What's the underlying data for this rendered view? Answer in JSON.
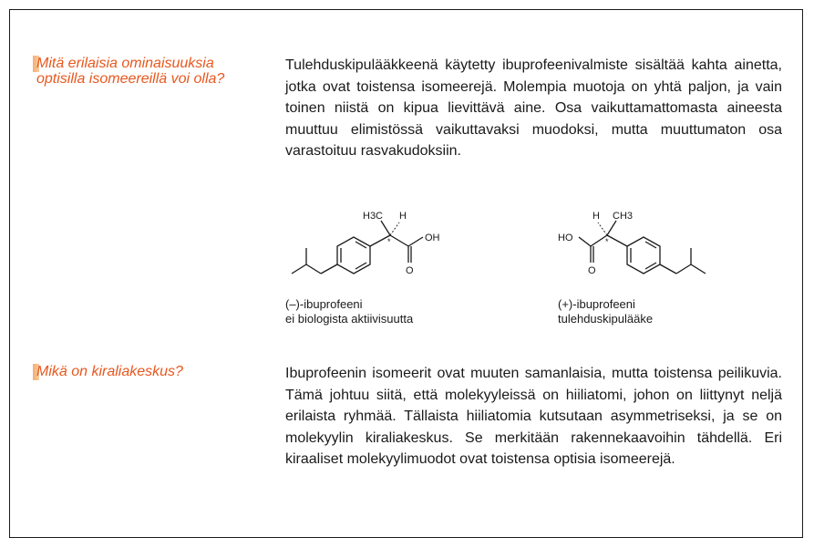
{
  "section1": {
    "question": "Mitä erilaisia ominaisuuksia optisilla isomeereillä voi olla?",
    "paragraph": "Tulehduskipulääkkeenä käytetty ibuprofeenivalmiste sisältää kahta ainetta, jotka ovat toistensa isomeerejä. Molempia muotoja on yhtä paljon, ja vain toinen niistä on kipua lievittävä aine. Osa vaikuttamattomasta aineesta muuttuu elimistössä vaikuttavaksi muodoksi, mutta muuttumaton osa varastoituu rasvakudoksiin."
  },
  "molecules": [
    {
      "atoms": [
        "H3C",
        "H",
        "OH",
        "O"
      ],
      "caption_line1": "(–)-ibuprofeeni",
      "caption_line2": "ei biologista aktiivisuutta"
    },
    {
      "atoms": [
        "H",
        "CH3",
        "HO",
        "O"
      ],
      "caption_line1": "(+)-ibuprofeeni",
      "caption_line2": "tulehduskipulääke"
    }
  ],
  "section2": {
    "question": "Mikä on kiraliakeskus?",
    "paragraph": "Ibuprofeenin isomeerit ovat muuten samanlaisia, mutta toistensa peilikuvia. Tämä johtuu siitä, että molekyyleissä on hiiliatomi, johon on liittynyt neljä erilaista ryhmää. Tällaista hiiliatomia kutsutaan asymmetriseksi, ja se on molekyylin kiraliakeskus. Se merkitään rakennekaavoihin tähdellä. Eri kiraaliset molekyylimuodot ovat toistensa optisia isomeerejä."
  },
  "colors": {
    "accent": "#e8571e",
    "text": "#1a1a1a",
    "highlight": "#f4a15e"
  }
}
